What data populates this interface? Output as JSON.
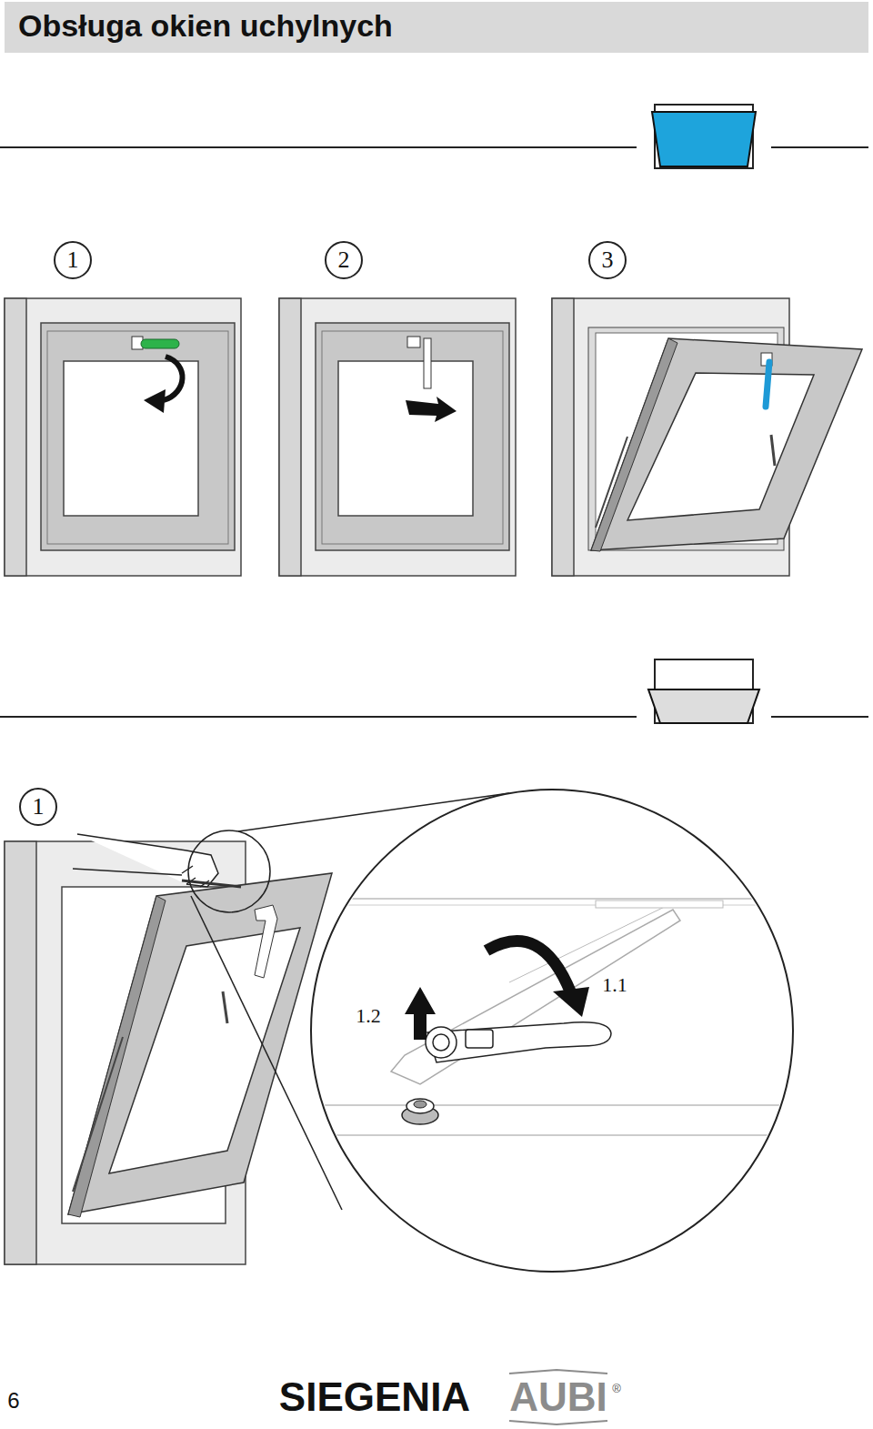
{
  "diagram": {
    "title": "Obsługa okien uchylnych",
    "nodes": [
      {
        "text": [
          "1"
        ]
      },
      {
        "text": [
          "2"
        ]
      },
      {
        "text": [
          "3"
        ]
      },
      {
        "text": [
          "1"
        ]
      }
    ],
    "labels": [
      "1.2",
      "1.1",
      "6",
      "SIEGENIA",
      "AUBI",
      "®"
    ]
  }
}
